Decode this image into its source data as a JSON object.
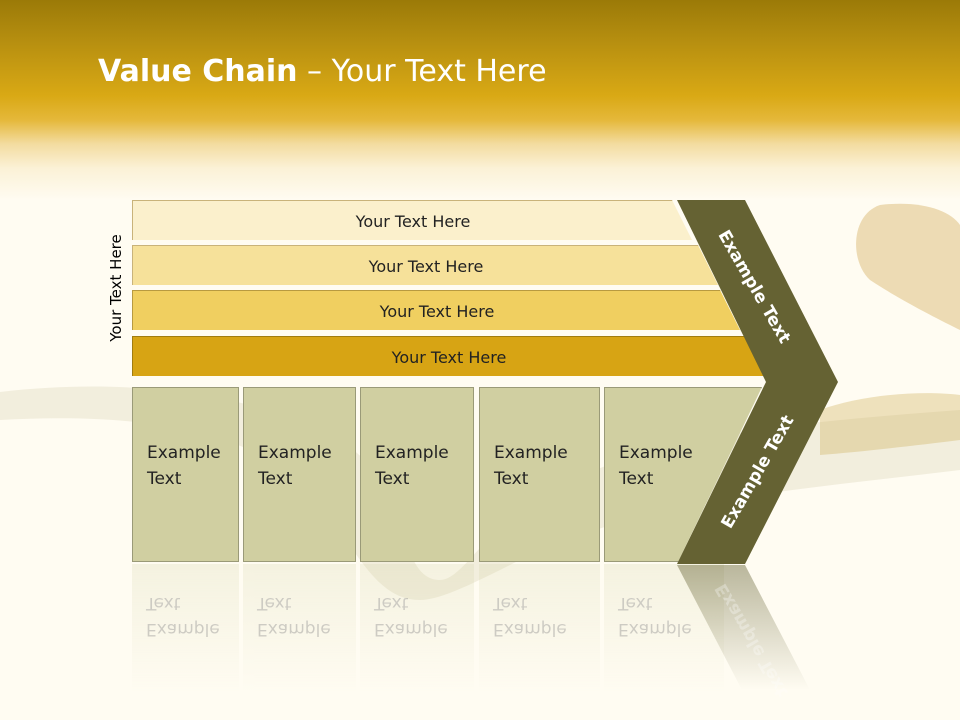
{
  "title": {
    "bold": "Value Chain",
    "rest": " – Your Text Here"
  },
  "side_label": "Your Text Here",
  "bars": [
    {
      "label": "Your Text Here"
    },
    {
      "label": "Your Text Here"
    },
    {
      "label": "Your Text Here"
    },
    {
      "label": "Your Text Here"
    }
  ],
  "boxes": [
    {
      "line1": "Example",
      "line2": "Text"
    },
    {
      "line1": "Example",
      "line2": "Text"
    },
    {
      "line1": "Example",
      "line2": "Text"
    },
    {
      "line1": "Example",
      "line2": "Text"
    },
    {
      "line1": "Example",
      "line2": "Text"
    }
  ],
  "chevron": {
    "upper_label": "Example Text",
    "lower_label": "Example Text"
  },
  "colors": {
    "chevron": "#656233",
    "header": "#d9a915",
    "box": "#d0cfa1"
  }
}
